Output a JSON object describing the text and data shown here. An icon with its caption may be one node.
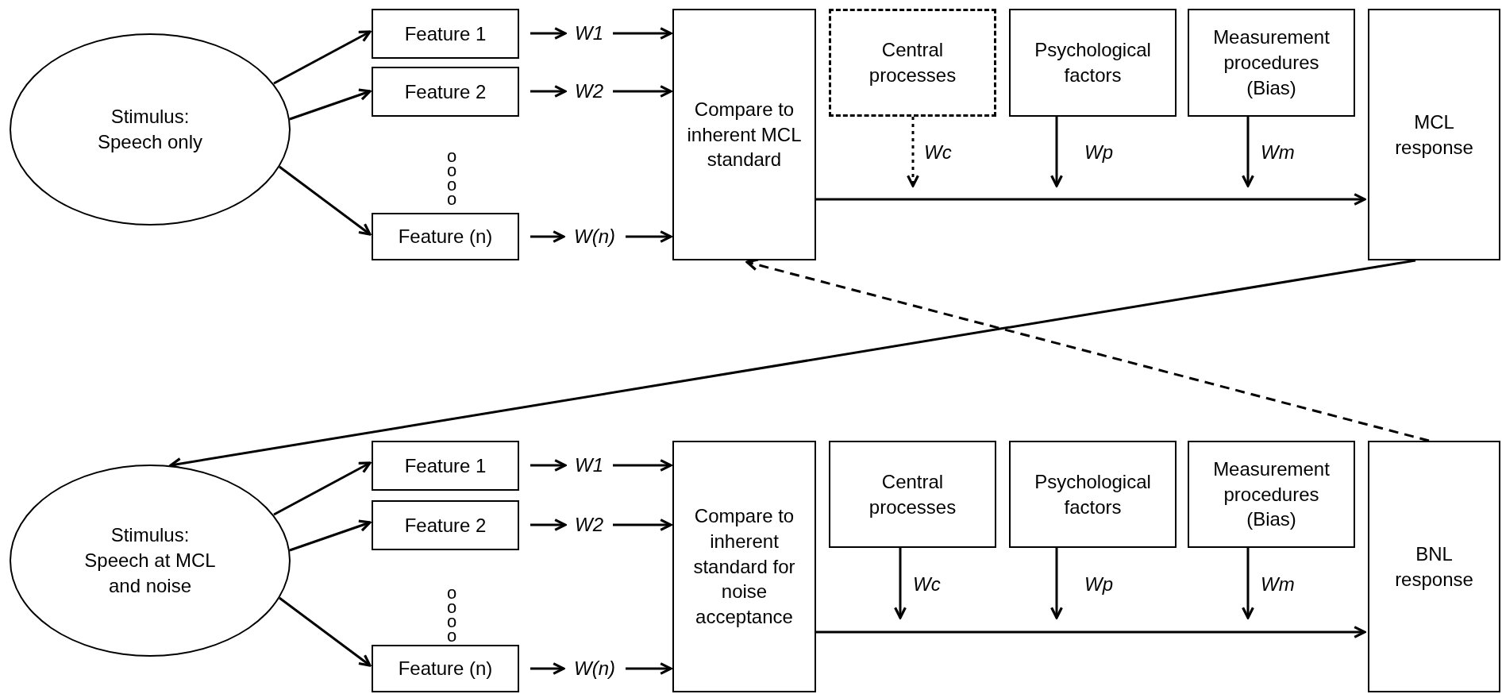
{
  "diagram": {
    "nodes": [
      {
        "text": [
          "Stimulus: Speech only"
        ]
      },
      {
        "text": [
          "Feature 1"
        ]
      },
      {
        "text": [
          "Feature 2"
        ]
      },
      {
        "text": [
          "Feature (n)"
        ]
      },
      {
        "text": [
          "W1"
        ]
      },
      {
        "text": [
          "W2"
        ]
      },
      {
        "text": [
          "W(n)"
        ]
      },
      {
        "text": [
          "Compare to inherent MCL standard"
        ]
      },
      {
        "text": [
          "Central processes"
        ]
      },
      {
        "text": [
          "Psychological factors"
        ]
      },
      {
        "text": [
          "Measurement procedures (Bias)"
        ]
      },
      {
        "text": [
          "MCL response"
        ]
      },
      {
        "text": [
          "Stimulus: Speech at MCL and noise"
        ]
      },
      {
        "text": [
          "Feature 1"
        ]
      },
      {
        "text": [
          "Feature 2"
        ]
      },
      {
        "text": [
          "Feature (n)"
        ]
      },
      {
        "text": [
          "W1"
        ]
      },
      {
        "text": [
          "W2"
        ]
      },
      {
        "text": [
          "W(n)"
        ]
      },
      {
        "text": [
          "Compare to inherent standard for noise acceptance"
        ]
      },
      {
        "text": [
          "Central processes"
        ]
      },
      {
        "text": [
          "Psychological factors"
        ]
      },
      {
        "text": [
          "Measurement procedures (Bias)"
        ]
      },
      {
        "text": [
          "BNL response"
        ]
      }
    ],
    "edges": [
      {
        "from": 0,
        "to": 1,
        "arrow": "to"
      },
      {
        "from": 0,
        "to": 2,
        "arrow": "to"
      },
      {
        "from": 0,
        "to": 3,
        "arrow": "to"
      },
      {
        "from": 1,
        "to": 4,
        "arrow": "to"
      },
      {
        "from": 4,
        "to": 7,
        "arrow": "to"
      },
      {
        "from": 2,
        "to": 5,
        "arrow": "to"
      },
      {
        "from": 5,
        "to": 7,
        "arrow": "to"
      },
      {
        "from": 3,
        "to": 6,
        "arrow": "to"
      },
      {
        "from": 6,
        "to": 7,
        "arrow": "to"
      },
      {
        "from": 7,
        "to": 11,
        "arrow": "to"
      },
      {
        "from": 8,
        "to": null,
        "arrow": "to",
        "label": "Wc",
        "style": "dashed"
      },
      {
        "from": 9,
        "to": null,
        "arrow": "to",
        "label": "Wp"
      },
      {
        "from": 10,
        "to": null,
        "arrow": "to",
        "label": "Wm"
      },
      {
        "from": 11,
        "to": 12,
        "arrow": "to"
      },
      {
        "from": 23,
        "to": 7,
        "arrow": "to",
        "style": "dashed"
      },
      {
        "from": 12,
        "to": 13,
        "arrow": "to"
      },
      {
        "from": 12,
        "to": 14,
        "arrow": "to"
      },
      {
        "from": 12,
        "to": 15,
        "arrow": "to"
      },
      {
        "from": 13,
        "to": 16,
        "arrow": "to"
      },
      {
        "from": 16,
        "to": 19,
        "arrow": "to"
      },
      {
        "from": 14,
        "to": 17,
        "arrow": "to"
      },
      {
        "from": 17,
        "to": 19,
        "arrow": "to"
      },
      {
        "from": 15,
        "to": 18,
        "arrow": "to"
      },
      {
        "from": 18,
        "to": 19,
        "arrow": "to"
      },
      {
        "from": 19,
        "to": 23,
        "arrow": "to"
      },
      {
        "from": 20,
        "to": null,
        "arrow": "to",
        "label": "Wc"
      },
      {
        "from": 21,
        "to": null,
        "arrow": "to",
        "label": "Wp"
      },
      {
        "from": 22,
        "to": null,
        "arrow": "to",
        "label": "Wm"
      }
    ],
    "labels": [
      "o",
      "o",
      "o",
      "o",
      "o",
      "o",
      "o",
      "o"
    ]
  }
}
